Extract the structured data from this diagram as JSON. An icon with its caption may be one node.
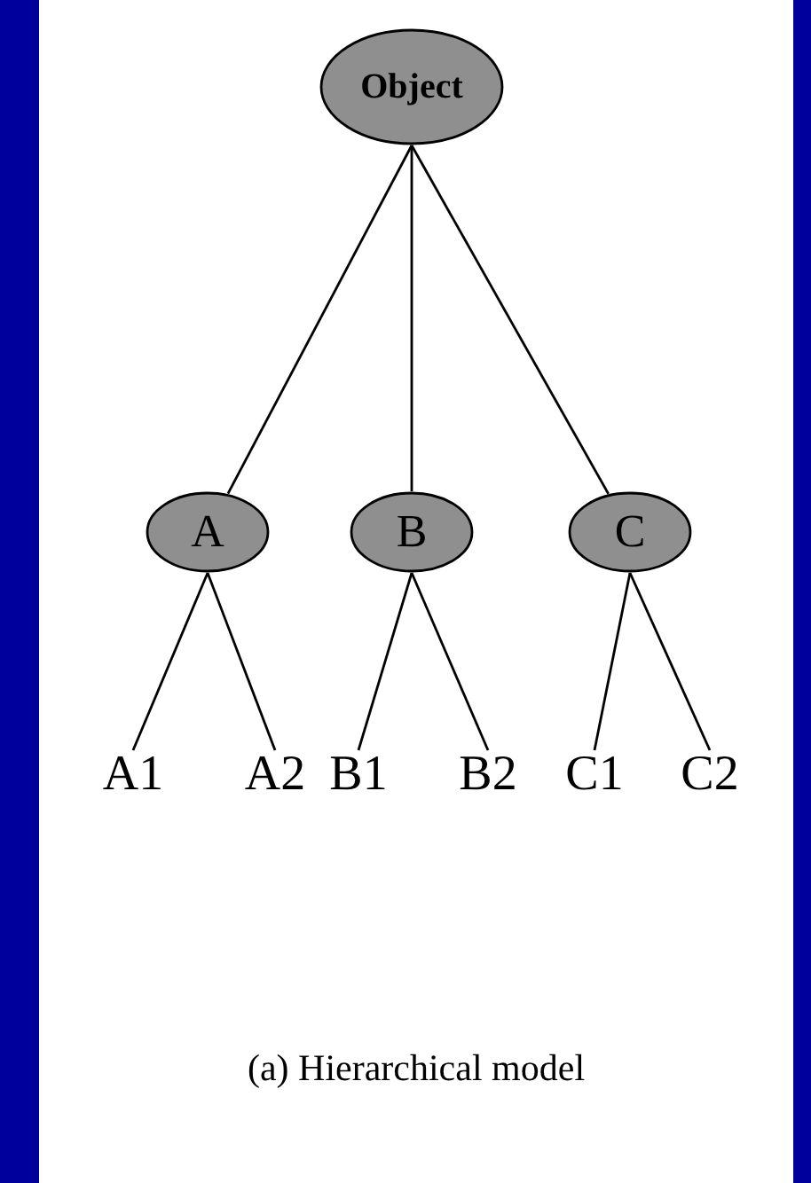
{
  "diagram": {
    "caption": "(a) Hierarchical model",
    "nodes": [
      {
        "text": [
          "Object"
        ]
      },
      {
        "text": [
          "A"
        ]
      },
      {
        "text": [
          "B"
        ]
      },
      {
        "text": [
          "C"
        ]
      },
      {
        "text": [
          "A1"
        ]
      },
      {
        "text": [
          "A2"
        ]
      },
      {
        "text": [
          "B1"
        ]
      },
      {
        "text": [
          "B2"
        ]
      },
      {
        "text": [
          "C1"
        ]
      },
      {
        "text": [
          "C2"
        ]
      }
    ],
    "edges": [
      {
        "from": 0,
        "to": 1,
        "arrow": "none"
      },
      {
        "from": 0,
        "to": 2,
        "arrow": "none"
      },
      {
        "from": 0,
        "to": 3,
        "arrow": "none"
      },
      {
        "from": 1,
        "to": 4,
        "arrow": "none"
      },
      {
        "from": 1,
        "to": 5,
        "arrow": "none"
      },
      {
        "from": 2,
        "to": 6,
        "arrow": "none"
      },
      {
        "from": 2,
        "to": 7,
        "arrow": "none"
      },
      {
        "from": 3,
        "to": 8,
        "arrow": "none"
      },
      {
        "from": 3,
        "to": 9,
        "arrow": "none"
      }
    ]
  }
}
